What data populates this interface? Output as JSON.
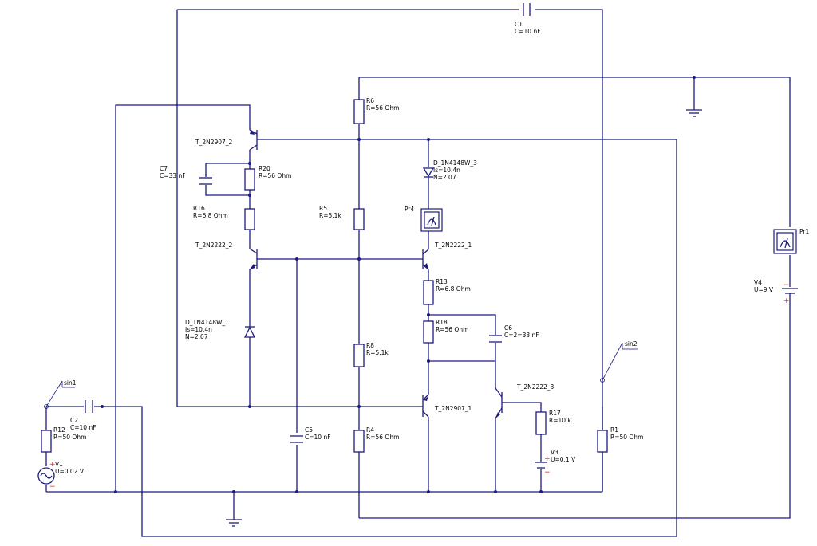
{
  "labels": {
    "c1_name": "C1",
    "c1_val": "C=10 nF",
    "c2_name": "C2",
    "c2_val": "C=10 nF",
    "c5_name": "C5",
    "c5_val": "C=10 nF",
    "c6_name": "C6",
    "c6_val": "C=2=33 nF",
    "c7_name": "C7",
    "c7_val": "C=33 nF",
    "r1_name": "R1",
    "r1_val": "R=50 Ohm",
    "r4_name": "R4",
    "r4_val": "R=56 Ohm",
    "r5_name": "R5",
    "r5_val": "R=5.1k",
    "r6_name": "R6",
    "r6_val": "R=56 Ohm",
    "r8_name": "R8",
    "r8_val": "R=5.1k",
    "r12_name": "R12",
    "r12_val": "R=50 Ohm",
    "r13_name": "R13",
    "r13_val": "R=6.8 Ohm",
    "r16_name": "R16",
    "r16_val": "R=6.8 Ohm",
    "r17_name": "R17",
    "r17_val": "R=10 k",
    "r18_name": "R18",
    "r18_val": "R=56 Ohm",
    "r20_name": "R20",
    "r20_val": "R=56 Ohm",
    "t1_name": "T_2N2907_2",
    "t2_name": "T_2N2222_2",
    "t3_name": "T_2N2222_1",
    "t4_name": "T_2N2907_1",
    "t5_name": "T_2N2222_3",
    "d1_name": "D_1N4148W_1",
    "d1_is": "Is=10.4n",
    "d1_n": "N=2.07",
    "d3_name": "D_1N4148W_3",
    "d3_is": "Is=10.4n",
    "d3_n": "N=2.07",
    "v1_name": "V1",
    "v1_val": "U=0.02 V",
    "v3_name": "V3",
    "v3_val": "U=0.1 V",
    "v4_name": "V4",
    "v4_val": "U=9 V",
    "pr1_name": "Pr1",
    "pr4_name": "Pr4",
    "sin1_name": "sin1",
    "sin2_name": "sin2",
    "plus": "+",
    "minus": "−"
  }
}
